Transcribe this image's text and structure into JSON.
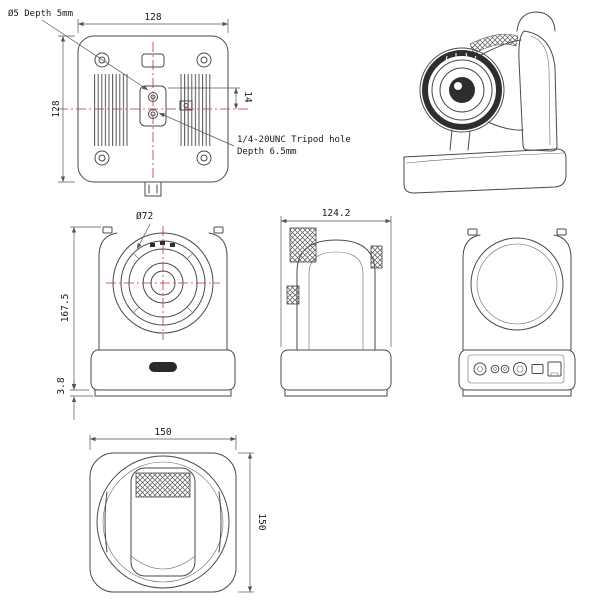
{
  "drawing": {
    "subject": "PTZ camera dimensional drawing"
  },
  "dimensions": {
    "bottom_width_mm": "128",
    "bottom_height_mm": "128",
    "tripod_hole_offset_mm": "14",
    "lens_diameter": "Ø72",
    "body_height_mm": "167.5",
    "foot_height_mm": "3.8",
    "side_depth_mm": "124.2",
    "top_width_mm": "150",
    "top_depth_mm": "150"
  },
  "annotations": {
    "screw_hole_note": "Ø5 Depth 5mm",
    "tripod_note_line1": "1/4-20UNC Tripod hole",
    "tripod_note_line2": "Depth 6.5mm"
  },
  "colors": {
    "line": "#4a4a4a",
    "centerline": "#c43030",
    "background": "#ffffff"
  }
}
